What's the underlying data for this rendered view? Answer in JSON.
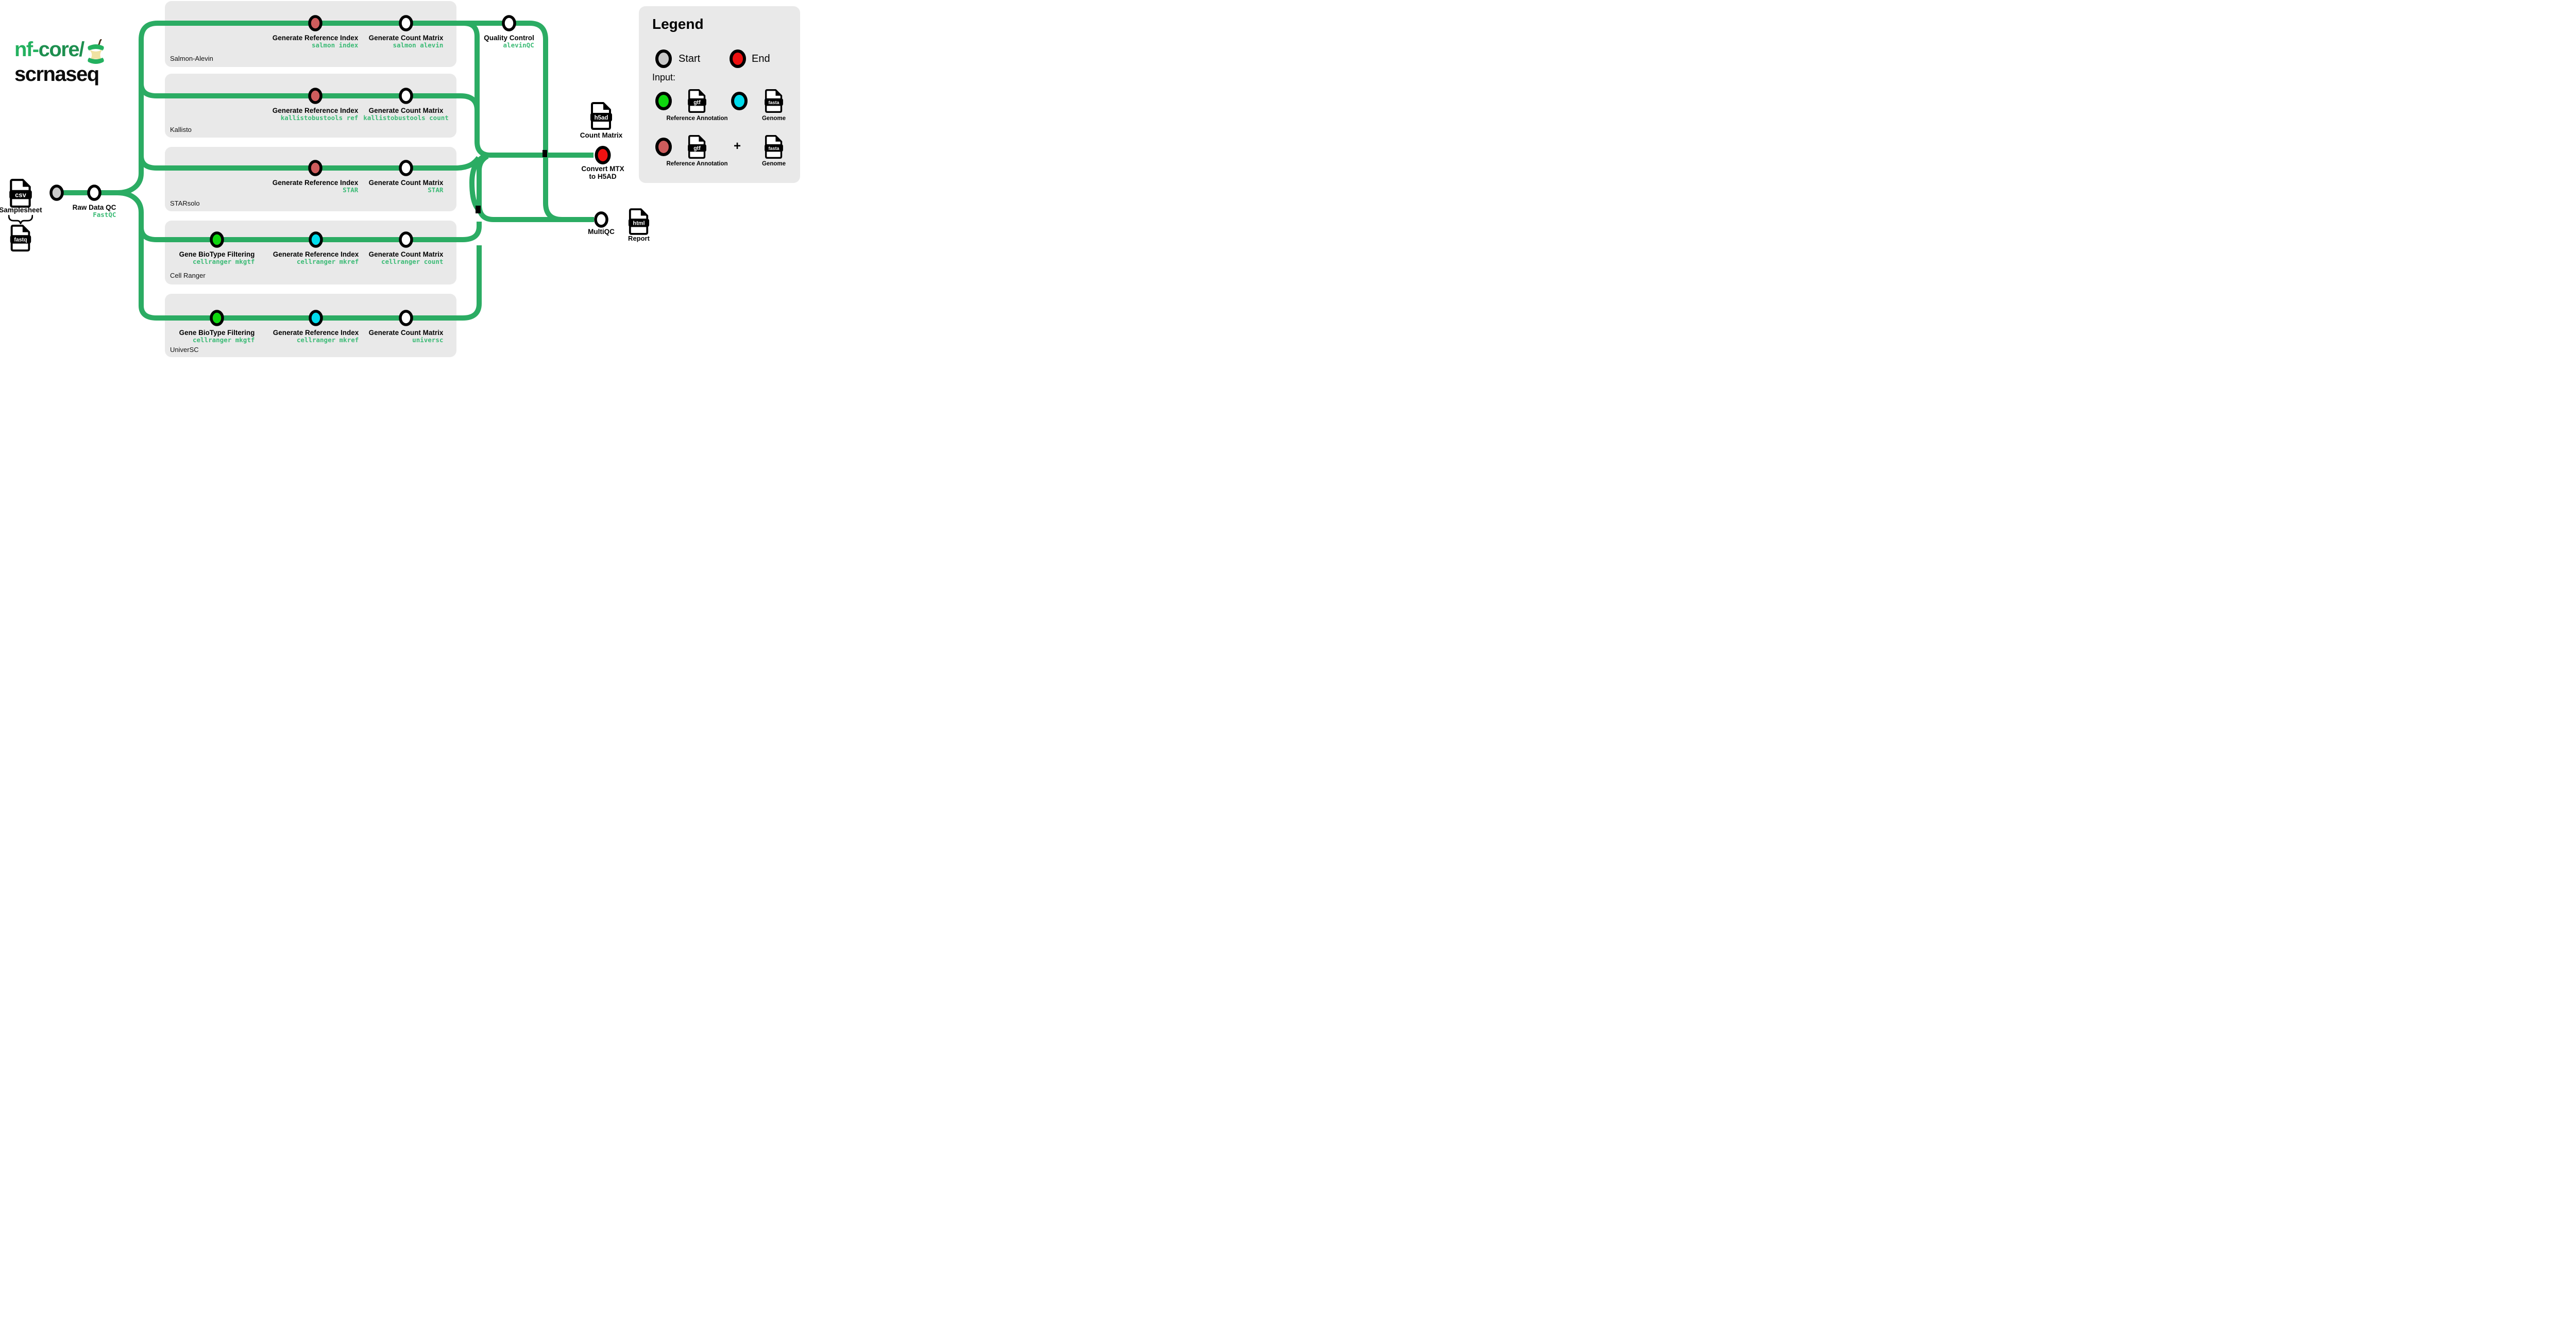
{
  "logo": {
    "brand_green": "nf-",
    "brand_black": "core/",
    "pipeline": "scrnaseq"
  },
  "inputs": {
    "samplesheet_label": "Samplesheet",
    "csv_icon": "csv",
    "fastq_icon": "fastq"
  },
  "raw_qc": {
    "label": "Raw Data QC",
    "tool": "FastQC"
  },
  "tracks": [
    {
      "name": "Salmon-Alevin",
      "stations": [
        {
          "label": "Generate Reference Index",
          "tool": "salmon index"
        },
        {
          "label": "Generate Count Matrix",
          "tool": "salmon alevin"
        }
      ]
    },
    {
      "name": "Kallisto",
      "stations": [
        {
          "label": "Generate Reference Index",
          "tool": "kallistobustools ref"
        },
        {
          "label": "Generate Count Matrix",
          "tool": "kallistobustools count"
        }
      ]
    },
    {
      "name": "STARsolo",
      "stations": [
        {
          "label": "Generate Reference Index",
          "tool": "STAR"
        },
        {
          "label": "Generate Count Matrix",
          "tool": "STAR"
        }
      ]
    },
    {
      "name": "Cell Ranger",
      "stations": [
        {
          "label": "Gene BioType Filtering",
          "tool": "cellranger mkgtf"
        },
        {
          "label": "Generate Reference Index",
          "tool": "cellranger mkref"
        },
        {
          "label": "Generate Count Matrix",
          "tool": "cellranger count"
        }
      ]
    },
    {
      "name": "UniverSC",
      "stations": [
        {
          "label": "Gene BioType Filtering",
          "tool": "cellranger mkgtf"
        },
        {
          "label": "Generate Reference Index",
          "tool": "cellranger mkref"
        },
        {
          "label": "Generate Count Matrix",
          "tool": "universc"
        }
      ]
    }
  ],
  "qc": {
    "label": "Quality Control",
    "tool": "alevinQC"
  },
  "outputs": {
    "count_matrix": {
      "icon": "h5ad",
      "label": "Count Matrix"
    },
    "convert": {
      "line1": "Convert MTX",
      "line2": "to H5AD"
    },
    "multiqc": {
      "label": "MultiQC"
    },
    "report": {
      "icon": "html",
      "label": "Report"
    }
  },
  "legend": {
    "title": "Legend",
    "start": "Start",
    "end": "End",
    "input": "Input:",
    "gtf_icon": "gtf",
    "fasta_icon": "fasta",
    "reference_line1": "Reference",
    "reference_line2": "Annotation",
    "genome": "Genome",
    "plus": "+"
  },
  "colors": {
    "line_green": "#2bac63",
    "tool_text_green": "#3cbb76",
    "start_gray": "#c9c9c9",
    "end_red": "#ee1111",
    "annotation_red": "#cd5c5c",
    "input_green": "#0fd60f",
    "input_cyan": "#00dcec",
    "box_gray": "#e9e9e9"
  }
}
